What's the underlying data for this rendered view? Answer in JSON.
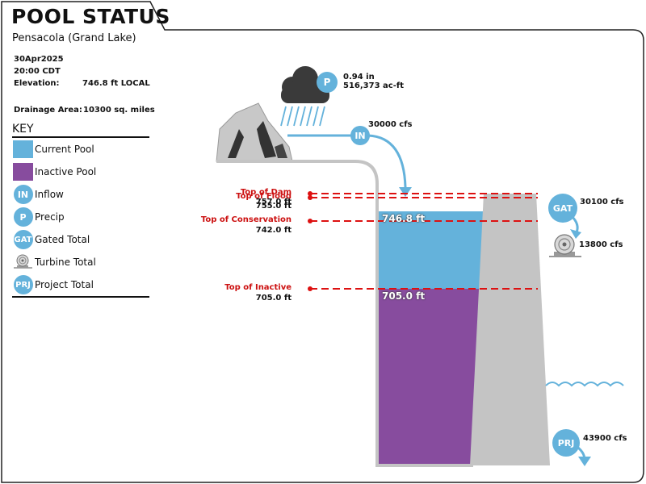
{
  "header": {
    "title": "POOL STATUS",
    "subtitle": "Pensacola (Grand Lake)"
  },
  "info": {
    "date": "30Apr2025",
    "time": "20:00 CDT",
    "elevation_label": "Elevation:",
    "elevation_value": "746.8 ft LOCAL",
    "drainage_label": "Drainage Area:",
    "drainage_value": "10300 sq. miles"
  },
  "key": {
    "title": "KEY",
    "items": [
      {
        "symbol": "",
        "label": "Current Pool"
      },
      {
        "symbol": "",
        "label": "Inactive Pool"
      },
      {
        "symbol": "IN",
        "label": "Inflow"
      },
      {
        "symbol": "P",
        "label": "Precip"
      },
      {
        "symbol": "GAT",
        "label": "Gated Total"
      },
      {
        "symbol": "",
        "label": "Turbine Total"
      },
      {
        "symbol": "PRJ",
        "label": "Project Total"
      }
    ]
  },
  "precip": {
    "badge": "P",
    "inches": "0.94 in",
    "volume": "516,373 ac-ft"
  },
  "inflow": {
    "badge": "IN",
    "value": "30000 cfs"
  },
  "levels": {
    "top_of_dam": {
      "label": "Top of Dam",
      "value": "757.0 ft"
    },
    "top_of_flood": {
      "label": "Top of Flood",
      "value": "755.0 ft"
    },
    "top_of_conservation": {
      "label": "Top of Conservation",
      "value": "742.0 ft"
    },
    "top_of_inactive": {
      "label": "Top of Inactive",
      "value": "705.0 ft"
    }
  },
  "pool": {
    "current_label": "746.8 ft",
    "inactive_label": "705.0 ft",
    "current_elevation": 746.8,
    "inactive_elevation": 705.0
  },
  "outflows": {
    "gated": {
      "badge": "GAT",
      "value": "30100 cfs"
    },
    "turbine": {
      "value": "13800 cfs"
    },
    "project": {
      "badge": "PRJ",
      "value": "43900 cfs"
    }
  },
  "colors": {
    "current_pool": "#64b2db",
    "inactive_pool": "#874c9e",
    "dam": "#c4c4c4",
    "level_line": "#dd1111",
    "badge": "#64b2db",
    "cloud": "#3a3a3a"
  }
}
